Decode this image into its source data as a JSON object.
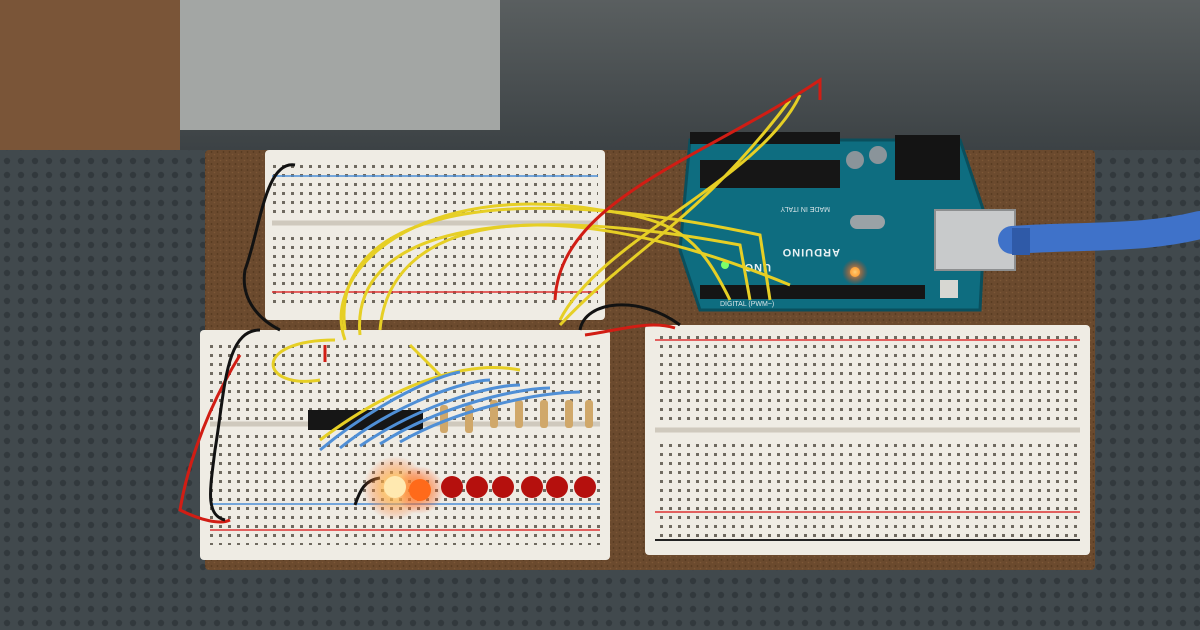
{
  "board": {
    "brand_label": "ARDUINO",
    "logo_text": "UNO",
    "digital_header_label": "DIGITAL (PWM~)",
    "made_in_label": "MADE IN ITALY"
  },
  "leds": {
    "count": 8,
    "lit_count": 2,
    "lit_colors": [
      "#ffe9b0",
      "#ff6a1a"
    ],
    "unlit_color": "#b5100d"
  },
  "wire_colors": {
    "yellow": "#e6cf25",
    "red": "#d11d14",
    "black": "#121212",
    "blue": "#4f8fd6"
  },
  "breadboard_color": "#efece4",
  "cork_color": "#6b4a2e"
}
